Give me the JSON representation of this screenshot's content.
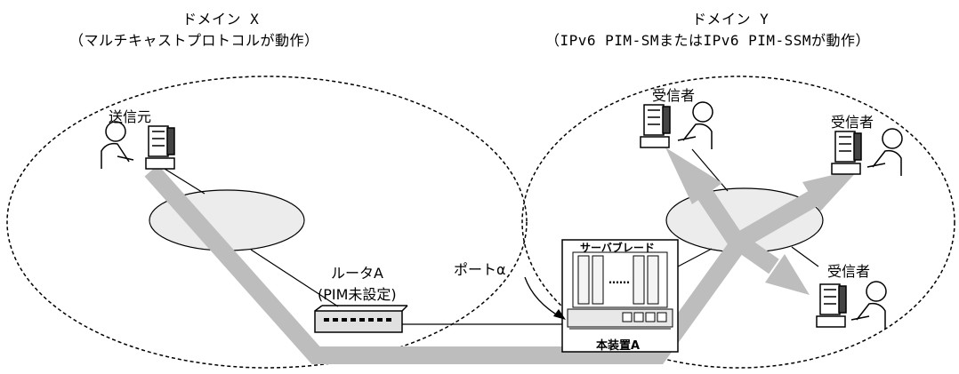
{
  "domain_x": {
    "title": "ドメイン X",
    "subtitle": "（マルチキャストプロトコルが動作）"
  },
  "domain_y": {
    "title": "ドメイン Y",
    "subtitle": "（IPv6 PIM-SMまたはIPv6 PIM-SSMが動作）"
  },
  "sender_label": "送信元",
  "receiver_label": "受信者",
  "router": {
    "name": "ルータA",
    "note": "(PIM未設定)"
  },
  "port_label": "ポートα",
  "server_blade_label": "サーバブレード",
  "device_label": "本装置A",
  "dots": "……",
  "colors": {
    "stream": "#bdbdbd",
    "outline": "#000000",
    "cloud_fill": "#ececec"
  }
}
